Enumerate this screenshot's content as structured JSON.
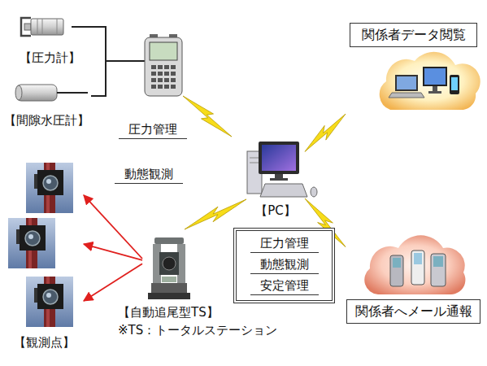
{
  "diagram": {
    "nodes": [
      {
        "text": [
          "【圧力計】"
        ]
      },
      {
        "text": [
          "【間隙水圧計】"
        ]
      },
      {
        "text": [
          "関係者データ閲覧"
        ]
      },
      {
        "text": [
          "【PC】"
        ]
      },
      {
        "text": [
          "圧力管理",
          "動態観測",
          "安定管理"
        ]
      },
      {
        "text": [
          "【観測点】"
        ]
      },
      {
        "text": [
          "【自動追尾型TS】",
          "※TS：トータルステーション"
        ]
      },
      {
        "text": [
          "関係者へメール通報"
        ]
      }
    ],
    "edges": [
      {
        "from": 6,
        "to": 5,
        "arrow": "to"
      },
      {
        "from": 6,
        "to": 5,
        "arrow": "to"
      },
      {
        "from": 6,
        "to": 5,
        "arrow": "to"
      },
      {
        "from": 6,
        "to": 3,
        "arrow": "none"
      },
      {
        "from": 3,
        "to": 2,
        "arrow": "none"
      },
      {
        "from": 3,
        "to": 7,
        "arrow": "none"
      }
    ],
    "labels": [
      "圧力管理",
      "動態観測"
    ]
  }
}
